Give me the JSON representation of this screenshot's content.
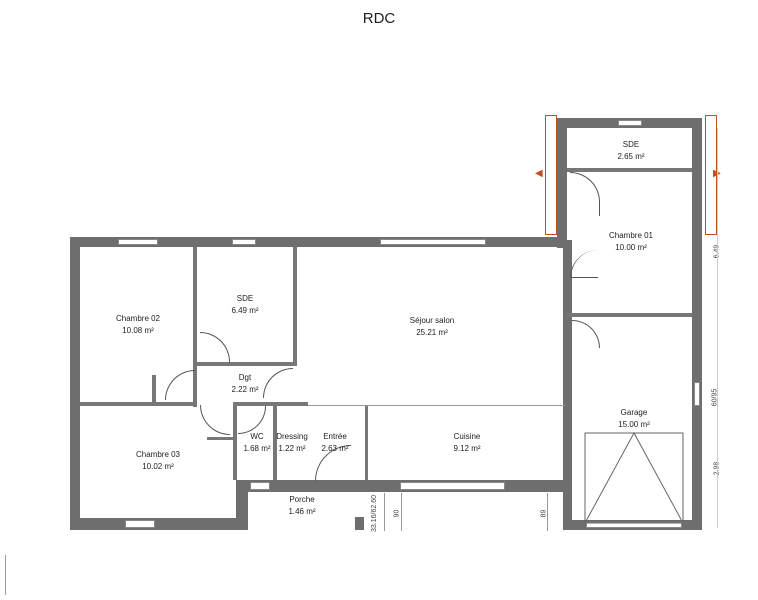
{
  "title": "RDC",
  "rooms": [
    {
      "name": "SDE",
      "area": "2.65 m²"
    },
    {
      "name": "Chambre 01",
      "area": "10.00 m²"
    },
    {
      "name": "Chambre 02",
      "area": "10.08 m²"
    },
    {
      "name": "SDE",
      "area": "6.49 m²"
    },
    {
      "name": "Séjour salon",
      "area": "25.21 m²"
    },
    {
      "name": "Dgt",
      "area": "2.22 m²"
    },
    {
      "name": "Garage",
      "area": "15.00 m²"
    },
    {
      "name": "WC",
      "area": "1.68 m²"
    },
    {
      "name": "Dressing",
      "area": "1.22 m²"
    },
    {
      "name": "Entrée",
      "area": "2.63 m²"
    },
    {
      "name": "Cuisine",
      "area": "9.12 m²"
    },
    {
      "name": "Chambre 03",
      "area": "10.02 m²"
    },
    {
      "name": "Porche",
      "area": "1.46 m²"
    }
  ],
  "dimensions": [
    "6.49",
    "60/95",
    "2.98",
    "33.16/62.60",
    "90",
    "89"
  ],
  "colors": {
    "wall": "#6e6e6e",
    "accent": "#c0501e"
  }
}
